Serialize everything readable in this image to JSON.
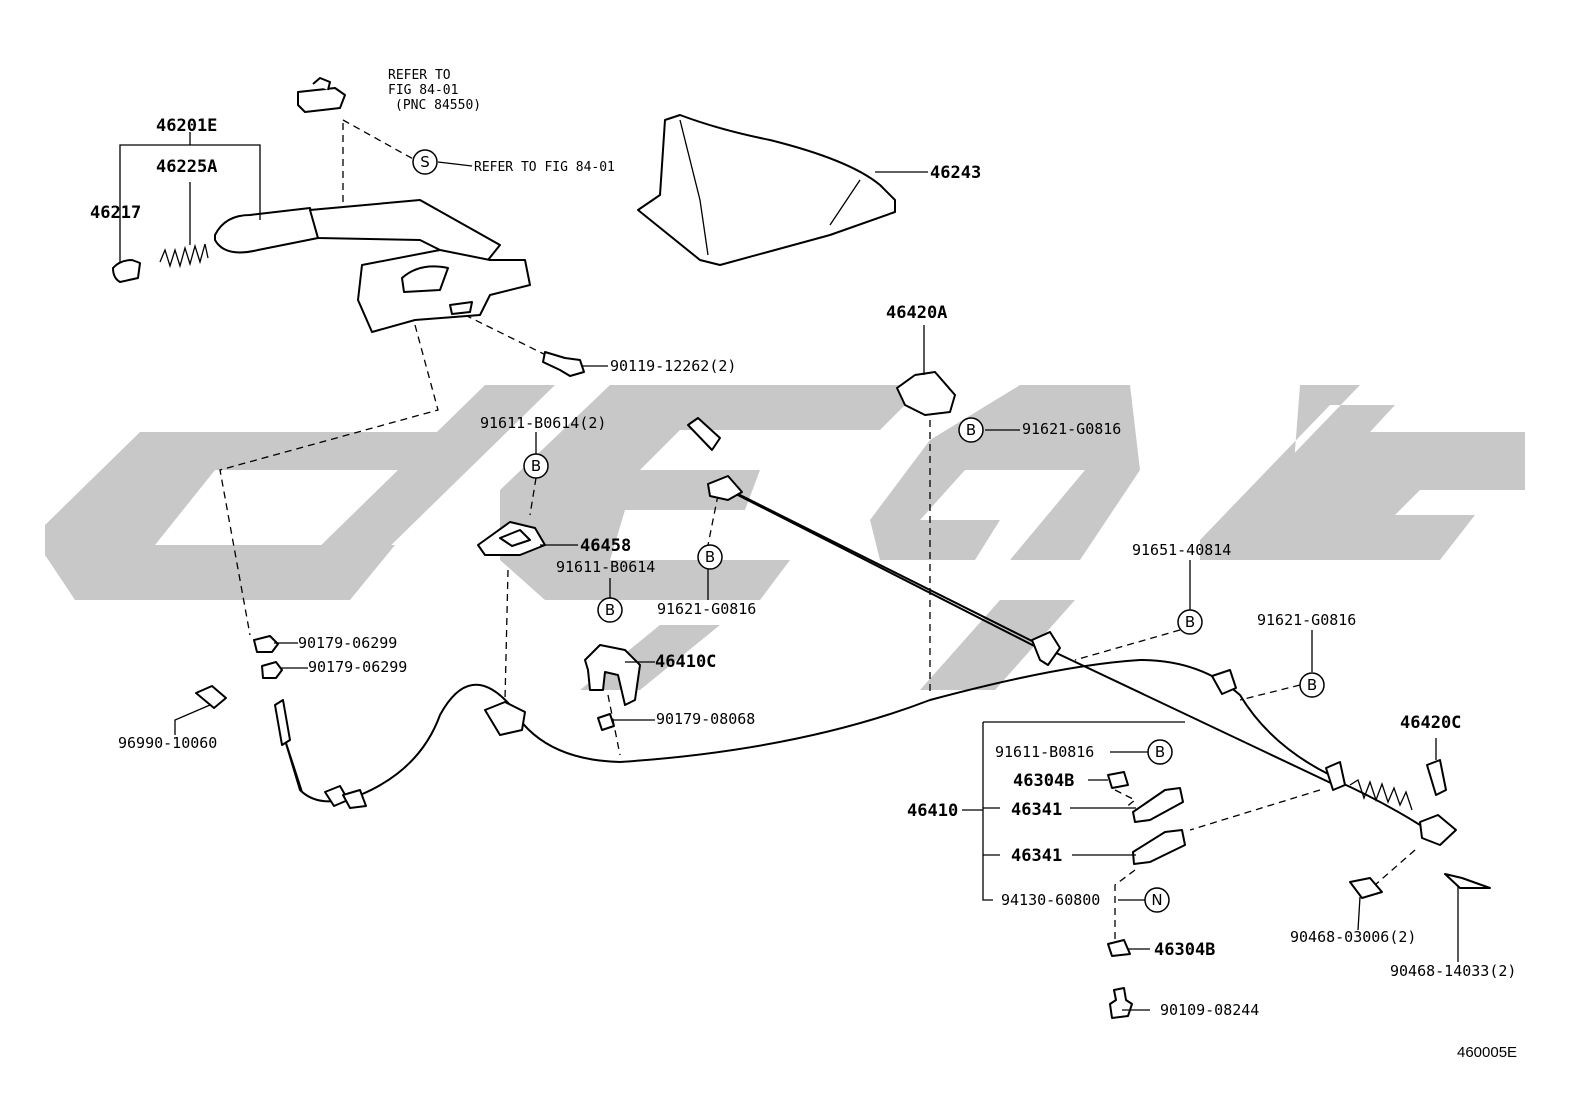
{
  "diagram_code": "460005E",
  "notes": {
    "refer_switch_l1": "REFER TO",
    "refer_switch_l2": "FIG 84-01",
    "refer_switch_l3": "(PNC 84550)",
    "refer_fig": "REFER TO FIG 84-01"
  },
  "callout_letters": {
    "s": "S",
    "b": "B",
    "n": "N"
  },
  "parts": {
    "p46201E": "46201E",
    "p46225A": "46225A",
    "p46217": "46217",
    "p46243": "46243",
    "p90119": "90119-12262(2)",
    "p46420A": "46420A",
    "p91621_top": "91621-G0816",
    "p91611_b0614_2": "91611-B0614(2)",
    "p46458": "46458",
    "p91611_b0614": "91611-B0614",
    "p91621_mid": "91621-G0816",
    "p91651": "91651-40814",
    "p91621_right": "91621-G0816",
    "p46410C": "46410C",
    "p90179_08068": "90179-08068",
    "p90179_a": "90179-06299",
    "p90179_b": "90179-06299",
    "p96990": "96990-10060",
    "p46420C": "46420C",
    "p91611_b0816": "91611-B0816",
    "p46304B_top": "46304B",
    "p46410": "46410",
    "p46341_a": "46341",
    "p46341_b": "46341",
    "p94130": "94130-60800",
    "p46304B_bot": "46304B",
    "p90109": "90109-08244",
    "p90468_03006": "90468-03006(2)",
    "p90468_14033": "90468-14033(2)"
  }
}
